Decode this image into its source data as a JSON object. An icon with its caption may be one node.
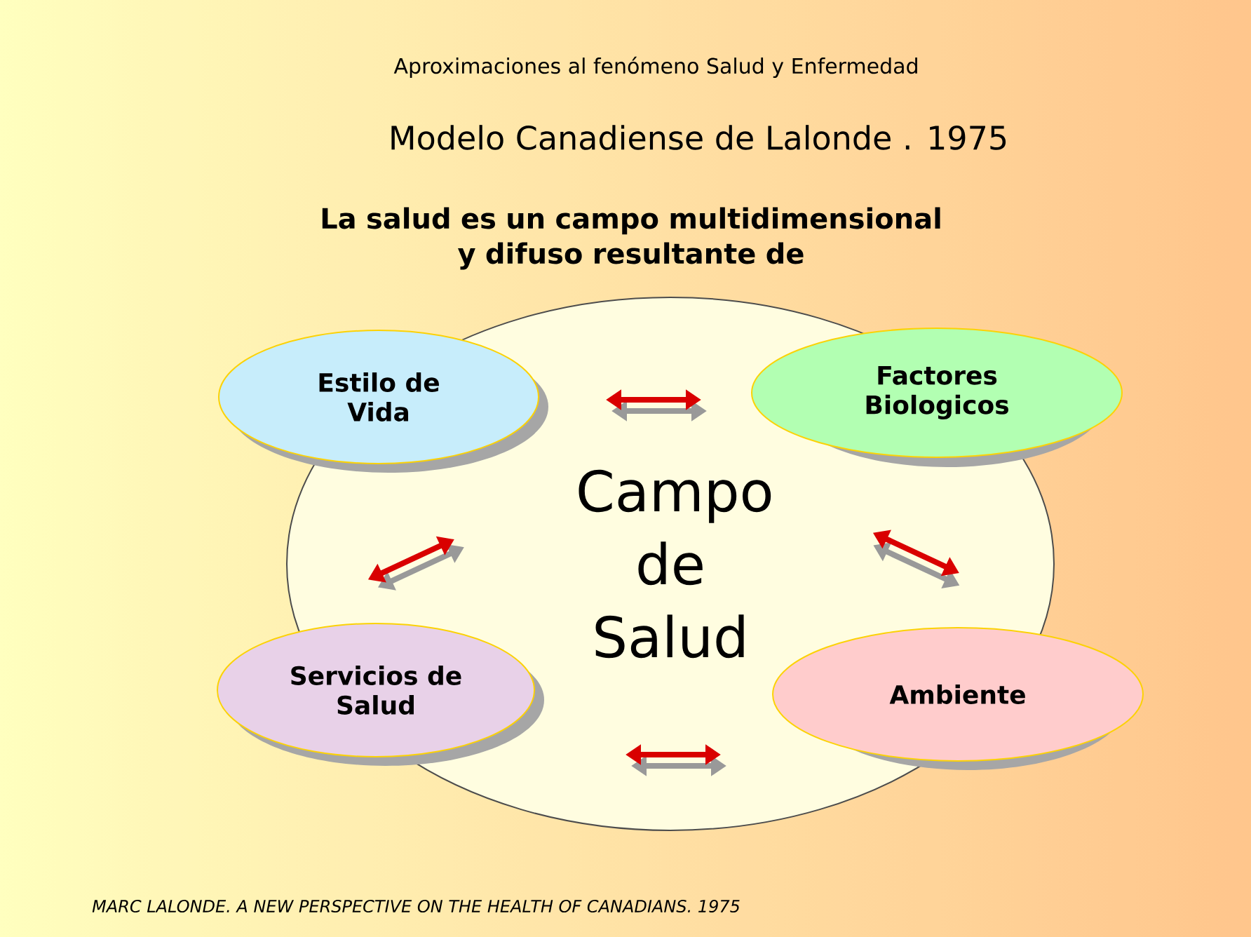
{
  "diagram": {
    "labels": [
      "Aproximaciones al fenómeno Salud y Enfermedad",
      "Modelo Canadiense de Lalonde . 1975",
      "La salud es un campo multidimensional y difuso resultante de"
    ],
    "caption": "MARC LALONDE. A NEW PERSPECTIVE ON THE HEALTH OF CANADIANS. 1975",
    "nodes": [
      {
        "text": [
          "Campo de Salud"
        ]
      },
      {
        "text": [
          "Estilo de Vida"
        ]
      },
      {
        "text": [
          "Factores Biologicos"
        ]
      },
      {
        "text": [
          "Servicios de Salud"
        ]
      },
      {
        "text": [
          "Ambiente"
        ]
      }
    ]
  }
}
